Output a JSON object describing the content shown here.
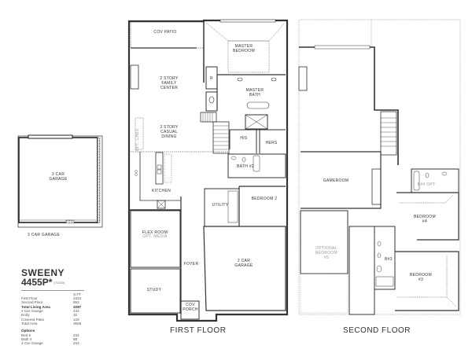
{
  "plan": {
    "name": "SWEENY",
    "code": "4455P*",
    "revision": "(7/1/20)",
    "sqft_header": "S.FT",
    "areas": [
      {
        "label": "First Floor",
        "value": "2334",
        "bold": false
      },
      {
        "label": "Second Floor",
        "value": "953",
        "bold": false
      },
      {
        "label": "Total Living Area",
        "value": "3287",
        "bold": true
      },
      {
        "label": "2 Car Garage",
        "value": "434",
        "bold": false
      },
      {
        "label": "Entry",
        "value": "32",
        "bold": false
      },
      {
        "label": "Covered Patio",
        "value": "126",
        "bold": false
      },
      {
        "label": "Total Area",
        "value": "3669",
        "bold": false
      }
    ],
    "options_title": "Options",
    "options": [
      {
        "label": "Bed 5",
        "value": "234"
      },
      {
        "label": "Bath 4",
        "value": "58"
      },
      {
        "label": "3 Car Garage",
        "value": "224"
      }
    ]
  },
  "garage_option": {
    "room_label_line1": "3 CAR",
    "room_label_line2": "GARAGE",
    "caption": "3 CAR GARAGE"
  },
  "first_floor": {
    "caption": "FIRST FLOOR",
    "rooms": {
      "cov_patio": "COV PATIO",
      "master_bedroom_1": "MASTER",
      "master_bedroom_2": "BEDROOM",
      "family_1": "2 STORY",
      "family_2": "FAMILY",
      "family_3": "CENTER",
      "dining_1": "2 STORY",
      "dining_2": "CASUAL",
      "dining_3": "DINING",
      "opt_cabs": "OPT. CABS",
      "master_bath_1": "MASTER",
      "master_bath_2": "BATH",
      "his": "HIS",
      "hers": "HERS",
      "closet_r": "R",
      "bath2": "BATH #2",
      "kitchen": "KITCHEN",
      "utility": "UTILITY",
      "bedroom2": "BEDROOM 2",
      "flex_1": "FLEX ROOM",
      "flex_2": "OPT. MEDIA",
      "foyer": "FOYER",
      "study": "STUDY",
      "garage_1": "2 CAR",
      "garage_2": "GARAGE",
      "porch_1": "COV",
      "porch_2": "PORCH"
    }
  },
  "second_floor": {
    "caption": "SECOND FLOOR",
    "rooms": {
      "gameroom": "GAMEROOM",
      "b4_opt": "B#4 OPT",
      "bedroom4_1": "BEDROOM",
      "bedroom4_2": "#4",
      "opt_bed5_1": "OPTIONAL",
      "opt_bed5_2": "BEDROOM",
      "opt_bed5_3": "#5",
      "b3": "B#3",
      "bedroom3_1": "BEDROOM",
      "bedroom3_2": "#3"
    }
  }
}
